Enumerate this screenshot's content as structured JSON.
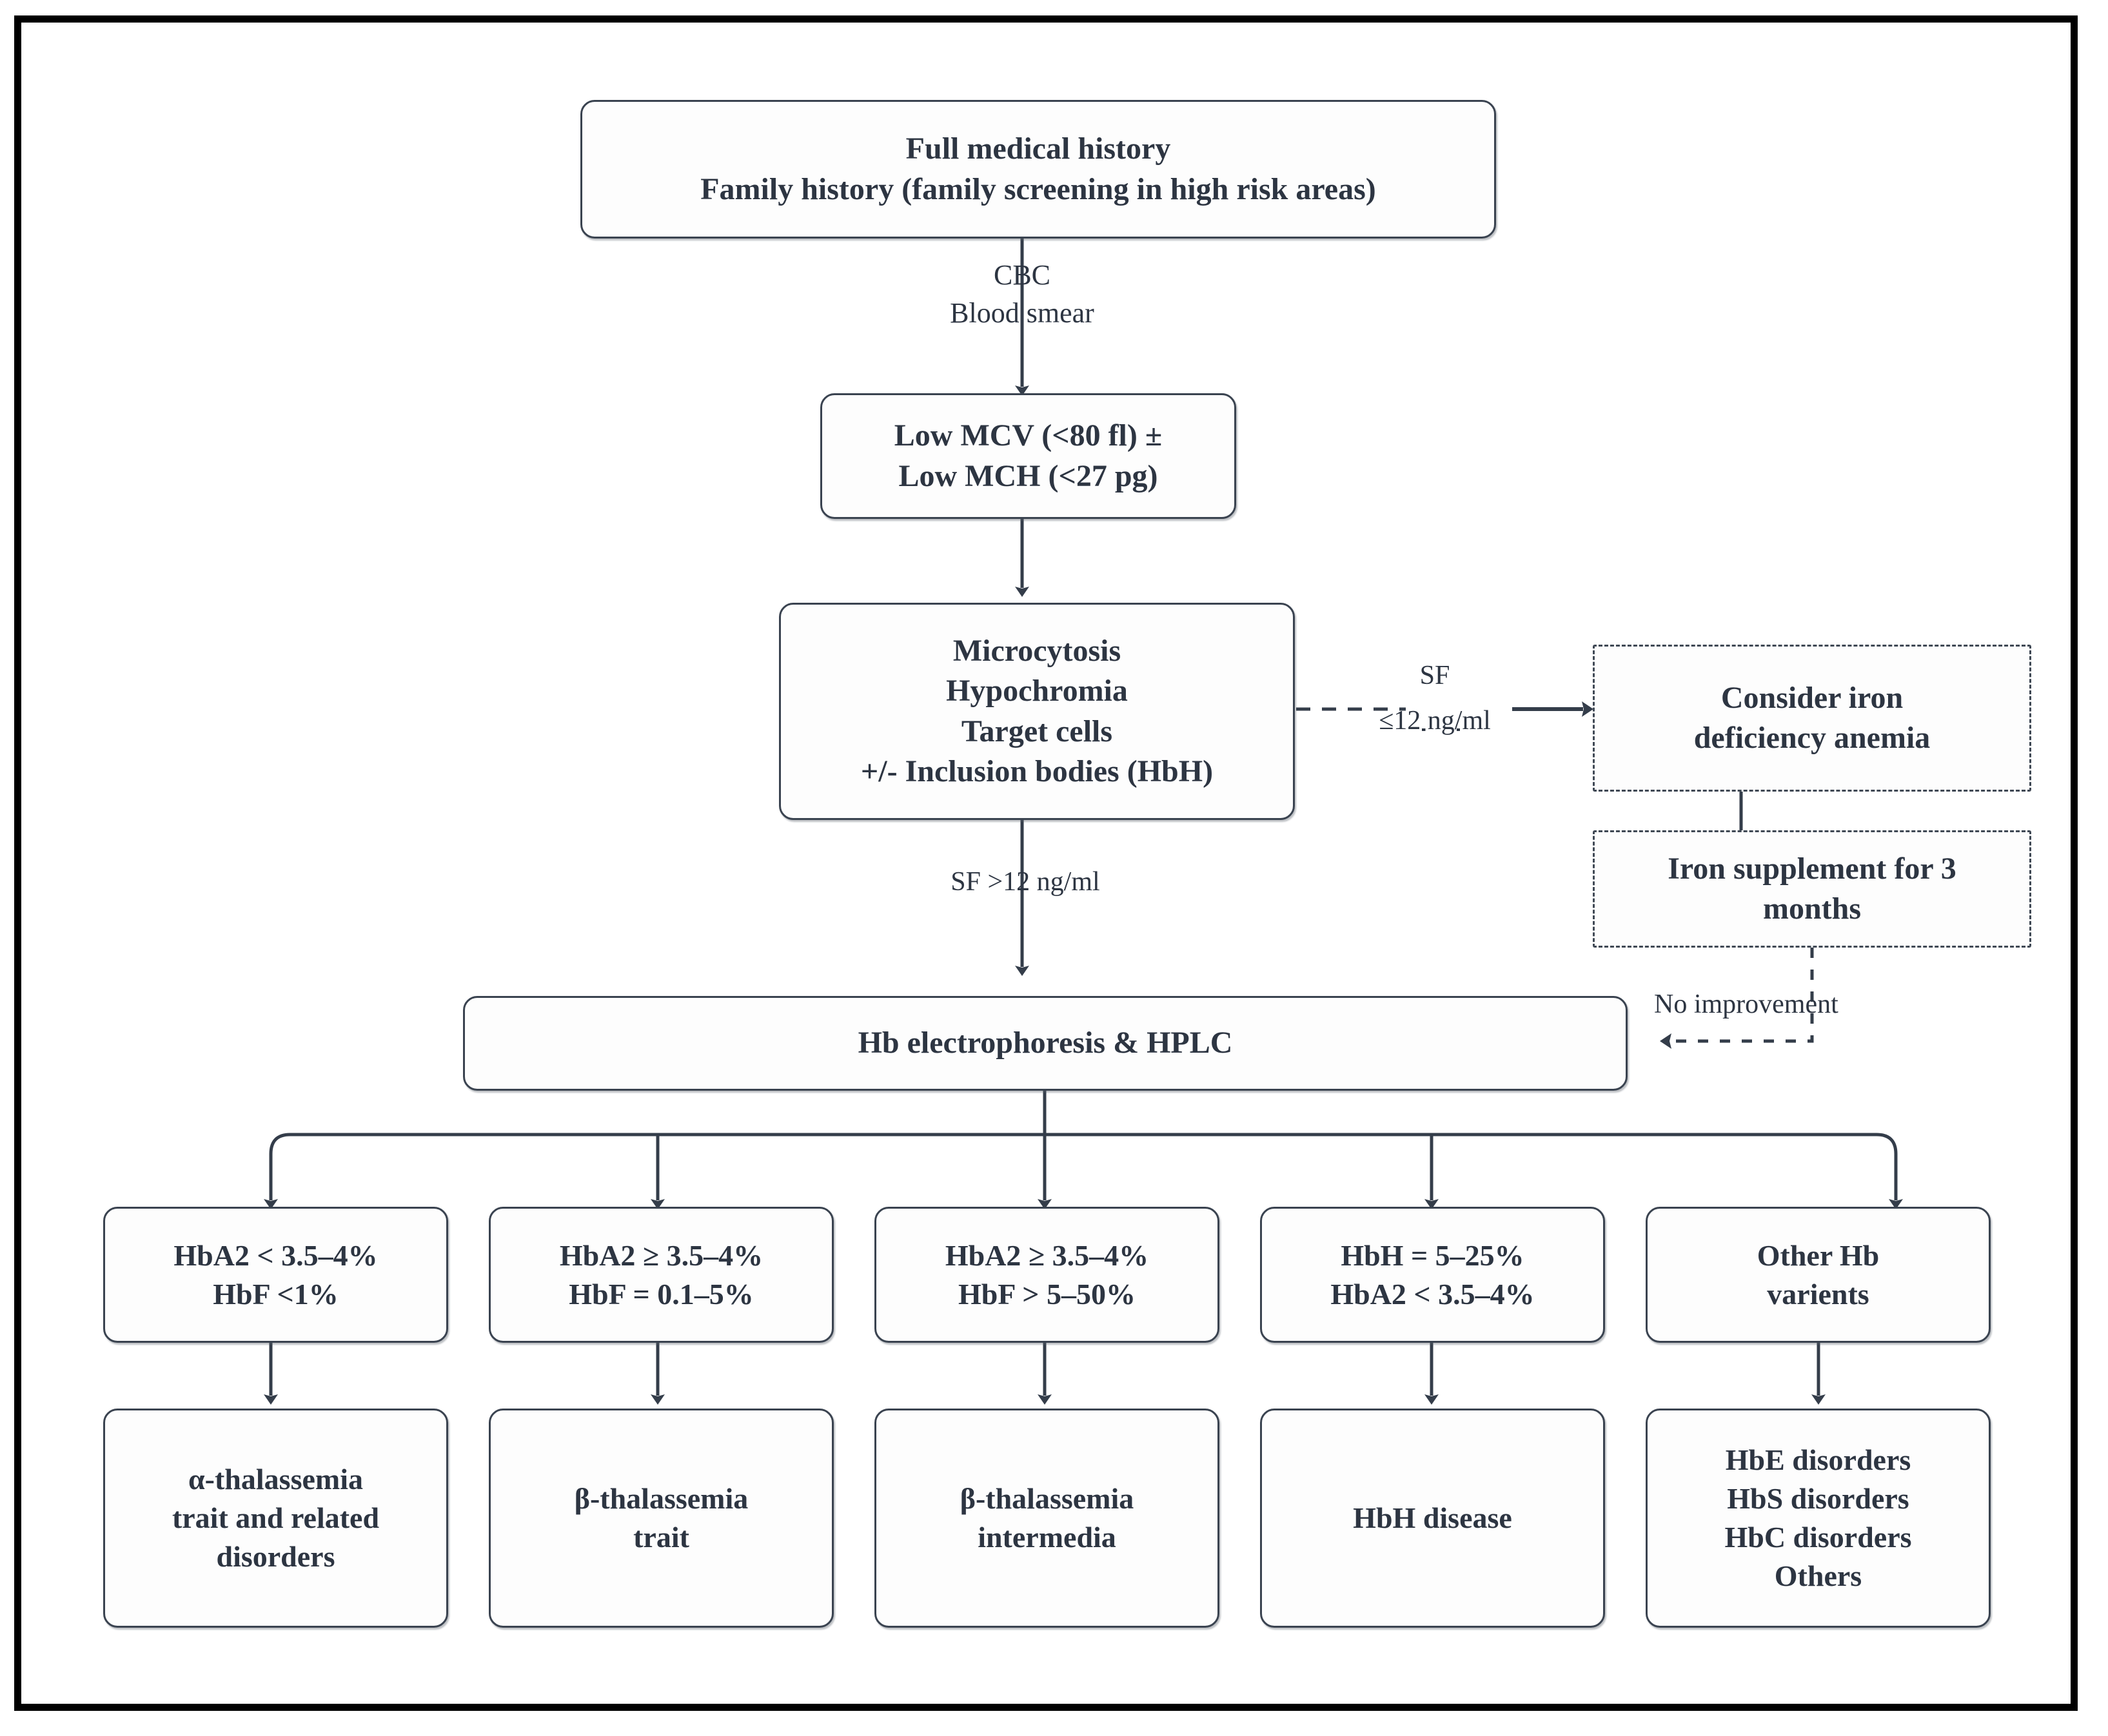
{
  "diagram": {
    "title": "Diagnostic algorithm for thalassemia and hemoglobinopathies",
    "line_color": "#3a4350",
    "text_color": "#2d3542",
    "frame_color": "#000000",
    "background": "#ffffff"
  },
  "nodes": {
    "history": {
      "label": "Full medical history\nFamily history (family screening in high risk areas)",
      "style": "solid"
    },
    "indices": {
      "label": "Low MCV (<80 fl) ±\nLow MCH (<27 pg)",
      "style": "solid"
    },
    "smear_findings": {
      "label": "Microcytosis\nHypochromia\nTarget cells\n+/- Inclusion bodies (HbH)",
      "style": "solid"
    },
    "consider_ida": {
      "label": "Consider iron\ndeficiency anemia",
      "style": "dashed"
    },
    "iron_supplement": {
      "label": "Iron supplement for 3\nmonths",
      "style": "dashed"
    },
    "electrophoresis": {
      "label": "Hb electrophoresis & HPLC",
      "style": "solid"
    }
  },
  "result_row": [
    {
      "id": "res-1",
      "label": "HbA2 < 3.5–4%\nHbF <1%"
    },
    {
      "id": "res-2",
      "label": "HbA2 ≥ 3.5–4%\nHbF = 0.1–5%"
    },
    {
      "id": "res-3",
      "label": "HbA2 ≥ 3.5–4%\nHbF > 5–50%"
    },
    {
      "id": "res-4",
      "label": "HbH = 5–25%\nHbA2 < 3.5–4%"
    },
    {
      "id": "res-5",
      "label": "Other Hb\nvarients"
    }
  ],
  "diagnosis_row": [
    {
      "id": "dx-1",
      "label": "α-thalassemia\ntrait and related\ndisorders"
    },
    {
      "id": "dx-2",
      "label": "β-thalassemia\ntrait"
    },
    {
      "id": "dx-3",
      "label": "β-thalassemia\nintermedia"
    },
    {
      "id": "dx-4",
      "label": "HbH disease"
    },
    {
      "id": "dx-5",
      "label": "HbE disorders\nHbS disorders\nHbC disorders\nOthers"
    }
  ],
  "edge_labels": {
    "cbc": "CBC\nBlood smear",
    "sf_low_a": "SF",
    "sf_low_b": "≤12 ng/ml",
    "sf_high": "SF >12 ng/ml",
    "no_improvement": "No improvement"
  }
}
